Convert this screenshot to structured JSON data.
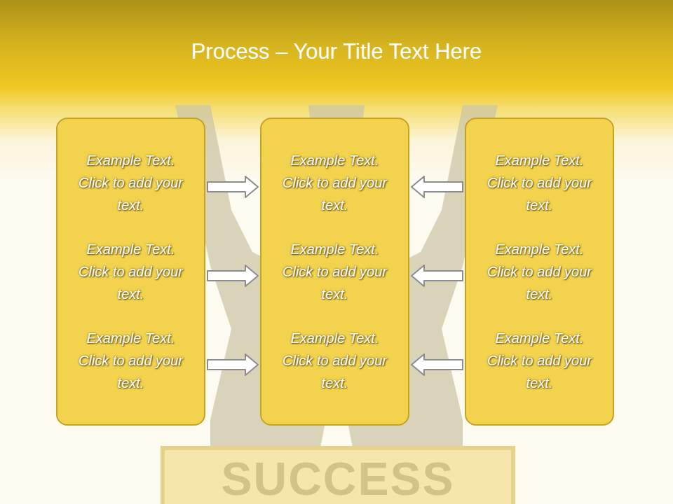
{
  "diagram": {
    "title": "Process – Your Title Text Here",
    "nodes": [
      {
        "text": [
          "Example Text. Click to add your text.",
          "Example Text. Click to add your text.",
          "Example Text. Click to add your text."
        ]
      },
      {
        "text": [
          "Example Text. Click to add your text.",
          "Example Text. Click to add your text.",
          "Example Text. Click to add your text."
        ]
      },
      {
        "text": [
          "Example Text. Click to add your text.",
          "Example Text. Click to add your text.",
          "Example Text. Click to add your text."
        ]
      }
    ],
    "edges": [
      {
        "from": 0,
        "to": 1,
        "arrow": "to"
      },
      {
        "from": 0,
        "to": 1,
        "arrow": "to"
      },
      {
        "from": 0,
        "to": 1,
        "arrow": "to"
      },
      {
        "from": 2,
        "to": 1,
        "arrow": "to"
      },
      {
        "from": 2,
        "to": 1,
        "arrow": "to"
      },
      {
        "from": 2,
        "to": 1,
        "arrow": "to"
      }
    ],
    "labels": [
      "SUCCESS"
    ]
  }
}
